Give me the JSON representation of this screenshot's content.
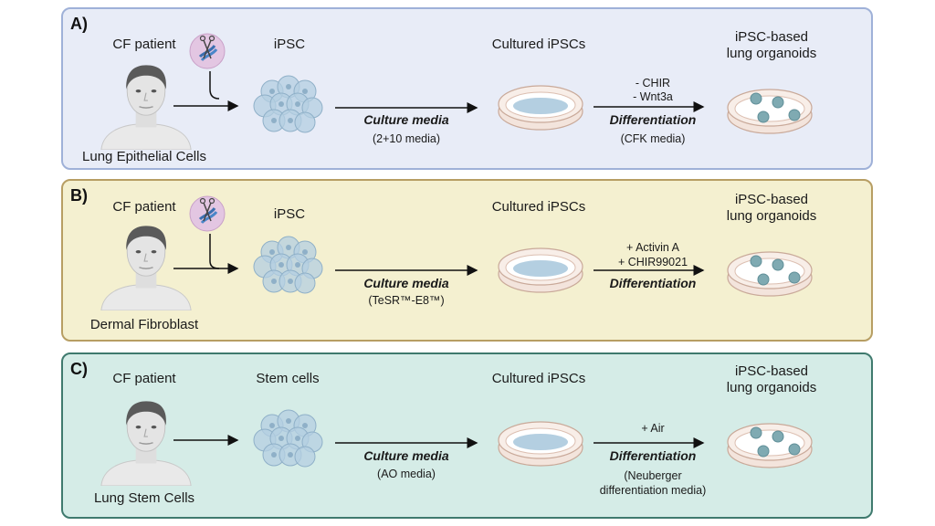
{
  "colors": {
    "panel_a_bg": "#e8ecf7",
    "panel_a_border": "#9fb1d8",
    "panel_b_bg": "#f4f0d0",
    "panel_b_border": "#b79e63",
    "panel_c_bg": "#d5ece7",
    "panel_c_border": "#3f7a6e",
    "skin": "#e6e6e6",
    "hair": "#5a5a5a",
    "cells": "#b4cfe1",
    "dish_rim": "#ebcfc2",
    "organoid": "#7faab2",
    "arrow": "#111111"
  },
  "panels": [
    {
      "label": "A)",
      "patient": "CF patient",
      "source": "Lung Epithelial Cells",
      "cells_label": "iPSC",
      "step1_main": "Culture media",
      "step1_sub": "(2+10 media)",
      "cultured": "Cultured iPSCs",
      "step2_above": [
        "- CHIR",
        "- Wnt3a"
      ],
      "step2_main": "Differentiation",
      "step2_below": [
        "(CFK media)"
      ],
      "result": [
        "iPSC-based",
        "lung organoids"
      ]
    },
    {
      "label": "B)",
      "patient": "CF patient",
      "source": "Dermal Fibroblast",
      "cells_label": "iPSC",
      "step1_main": "Culture media",
      "step1_sub": "(TeSR™-E8™)",
      "cultured": "Cultured iPSCs",
      "step2_above": [
        "+ Activin A",
        "+ CHIR99021"
      ],
      "step2_main": "Differentiation",
      "step2_below": [],
      "result": [
        "iPSC-based",
        "lung organoids"
      ]
    },
    {
      "label": "C)",
      "patient": "CF patient",
      "source": "Lung Stem Cells",
      "cells_label": "Stem cells",
      "step1_main": "Culture media",
      "step1_sub": "(AO media)",
      "cultured": "Cultured iPSCs",
      "step2_above": [
        "+ Air"
      ],
      "step2_main": "Differentiation",
      "step2_below": [
        "(Neuberger",
        "differentiation media)"
      ],
      "result": [
        "iPSC-based",
        "lung organoids"
      ]
    }
  ]
}
